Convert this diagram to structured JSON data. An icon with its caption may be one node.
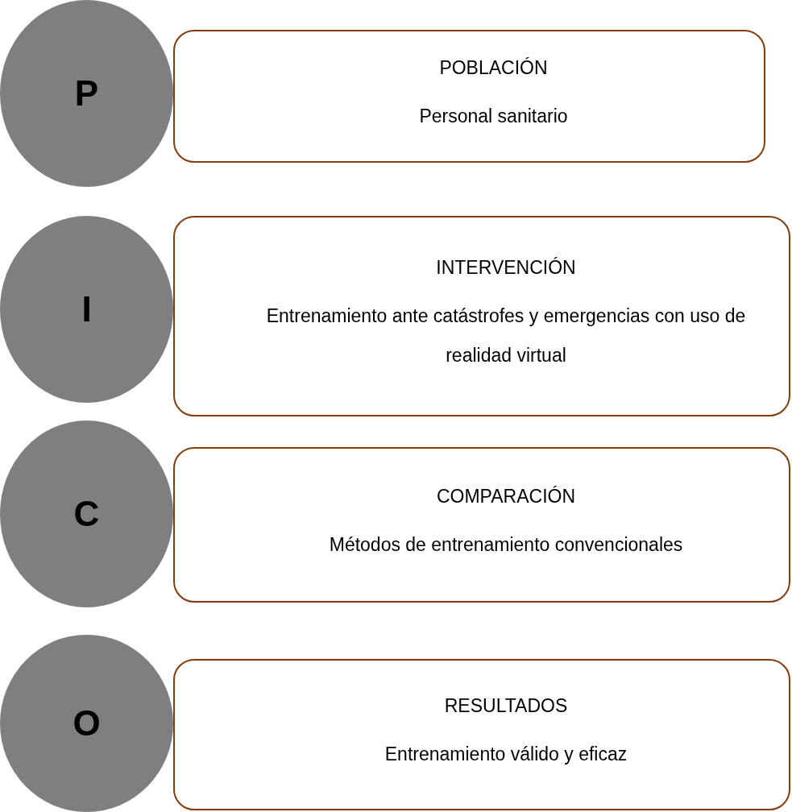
{
  "diagram": {
    "nodes": [
      {
        "text": [
          "P"
        ]
      },
      {
        "text": [
          "POBLACIÓN",
          "Personal sanitario"
        ]
      },
      {
        "text": [
          "I"
        ]
      },
      {
        "text": [
          "INTERVENCIÓN",
          "Entrenamiento ante catástrofes y emergencias con uso de realidad virtual"
        ]
      },
      {
        "text": [
          "C"
        ]
      },
      {
        "text": [
          "COMPARACIÓN",
          "Métodos de entrenamiento convencionales"
        ]
      },
      {
        "text": [
          "O"
        ]
      },
      {
        "text": [
          "RESULTADOS",
          "Entrenamiento válido y eficaz"
        ]
      }
    ]
  }
}
